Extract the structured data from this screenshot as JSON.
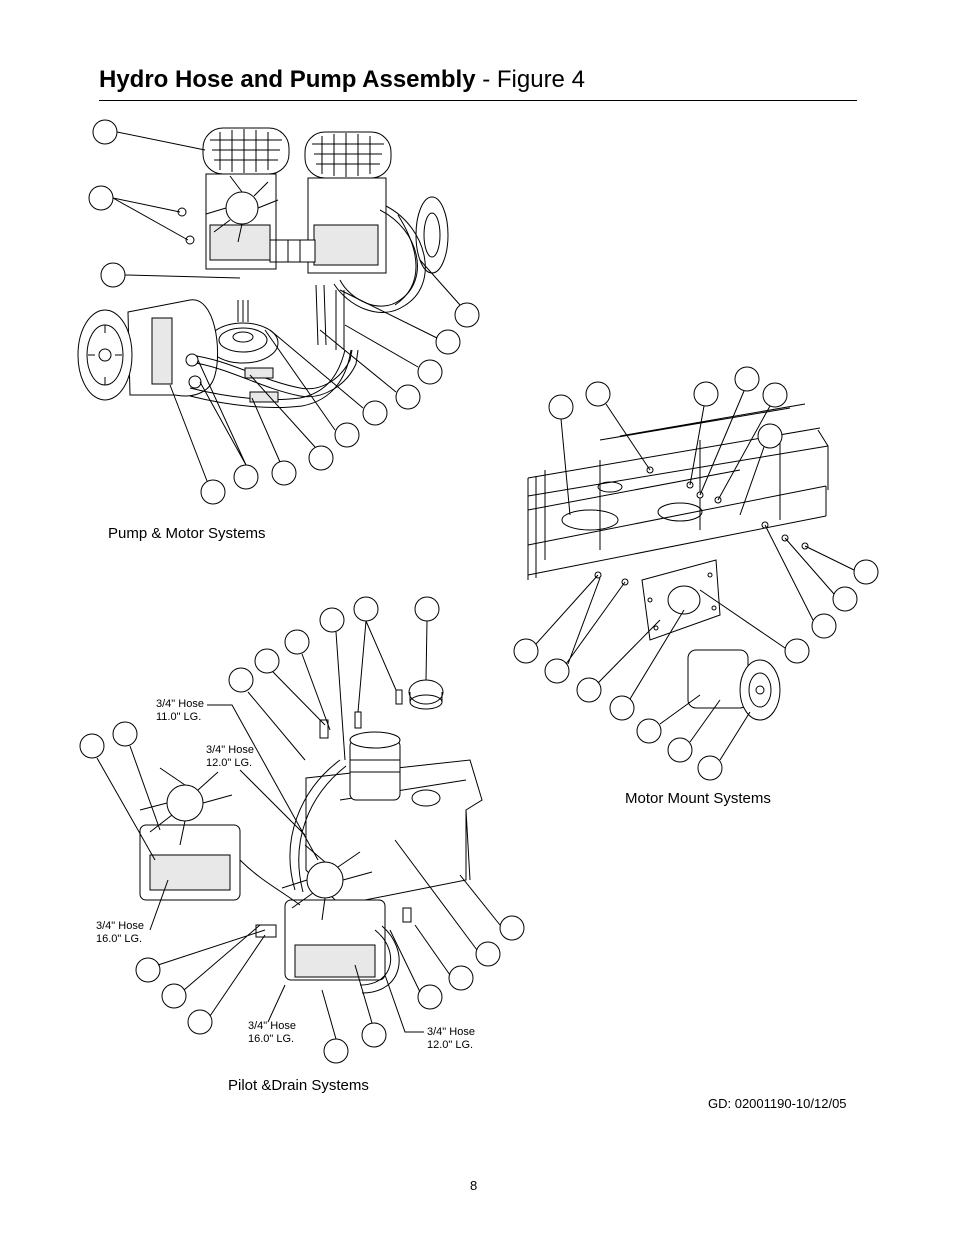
{
  "header": {
    "title_bold": "Hydro Hose and Pump Assembly",
    "title_rest": " - Figure 4"
  },
  "captions": {
    "pump_motor": "Pump & Motor Systems",
    "motor_mount": "Motor Mount Systems",
    "pilot_drain": "Pilot &Drain Systems"
  },
  "hose_labels": [
    {
      "id": "h1",
      "line1": "3/4\" Hose",
      "line2": "11.0\" LG."
    },
    {
      "id": "h2",
      "line1": "3/4\" Hose",
      "line2": "12.0\" LG."
    },
    {
      "id": "h3",
      "line1": "3/4\" Hose",
      "line2": "16.0\" LG."
    },
    {
      "id": "h4",
      "line1": "3/4\" Hose",
      "line2": "16.0\" LG."
    },
    {
      "id": "h5",
      "line1": "3/4\" Hose",
      "line2": "12.0\" LG."
    }
  ],
  "doc_code": "GD: 02001190-10/12/05",
  "page_number": "8"
}
